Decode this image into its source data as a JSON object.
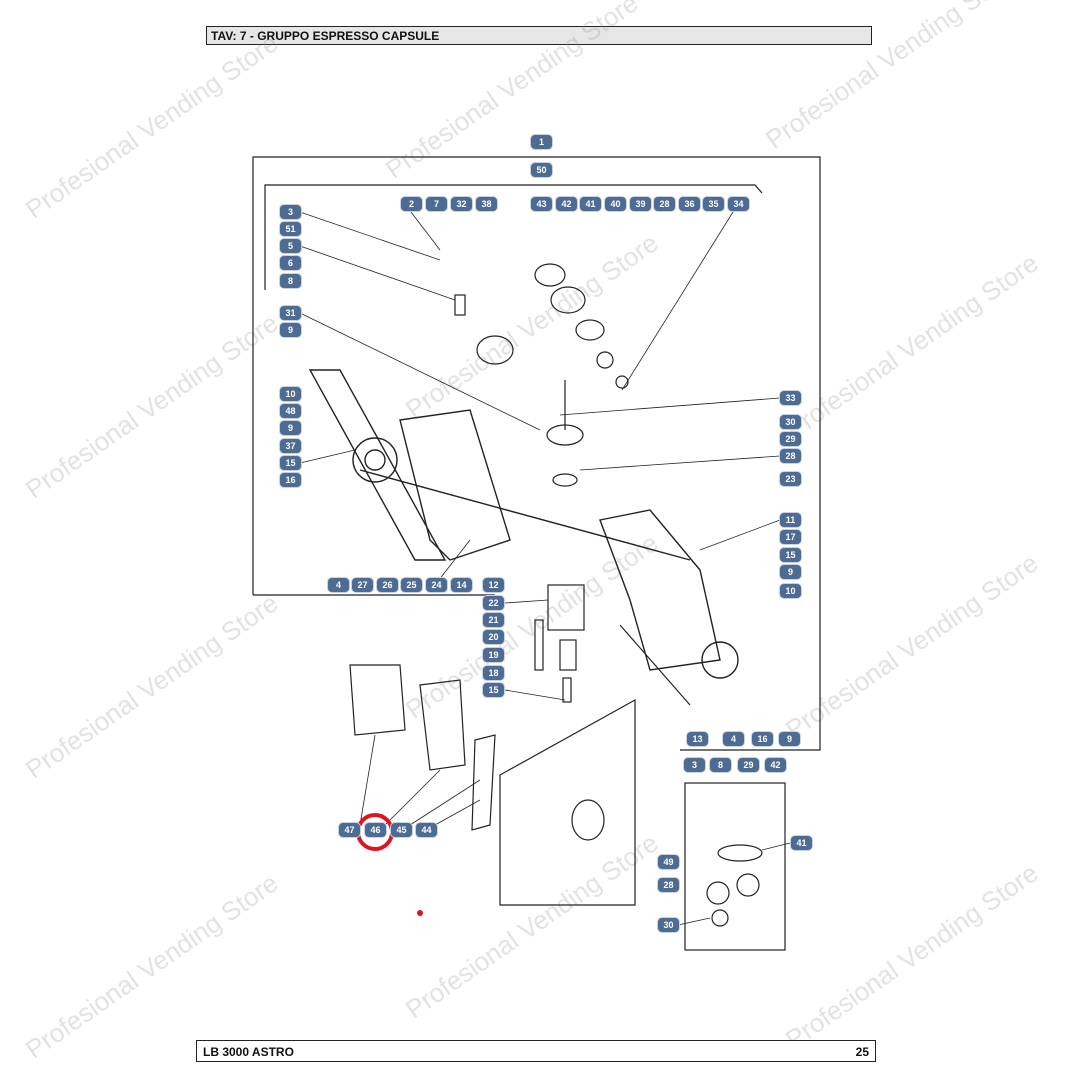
{
  "header": {
    "title": "TAV: 7 - GRUPPO ESPRESSO CAPSULE"
  },
  "footer": {
    "model": "LB 3000 ASTRO",
    "page": "25"
  },
  "watermark": "Profesional Vending Store",
  "highlight": {
    "part": "46",
    "color": "#e0141e"
  },
  "accent_color": "#4d6b93",
  "labels": [
    "1",
    "50",
    "2",
    "7",
    "32",
    "38",
    "43",
    "42",
    "41",
    "40",
    "39",
    "28",
    "36",
    "35",
    "34",
    "3",
    "51",
    "5",
    "6",
    "8",
    "31",
    "9",
    "10",
    "48",
    "9",
    "37",
    "15",
    "16",
    "33",
    "30",
    "29",
    "28",
    "23",
    "4",
    "27",
    "26",
    "25",
    "24",
    "14",
    "12",
    "22",
    "21",
    "20",
    "19",
    "18",
    "15",
    "11",
    "17",
    "15",
    "9",
    "10",
    "13",
    "4",
    "16",
    "9",
    "3",
    "8",
    "29",
    "42",
    "41",
    "49",
    "28",
    "30",
    "47",
    "46",
    "45",
    "44"
  ]
}
